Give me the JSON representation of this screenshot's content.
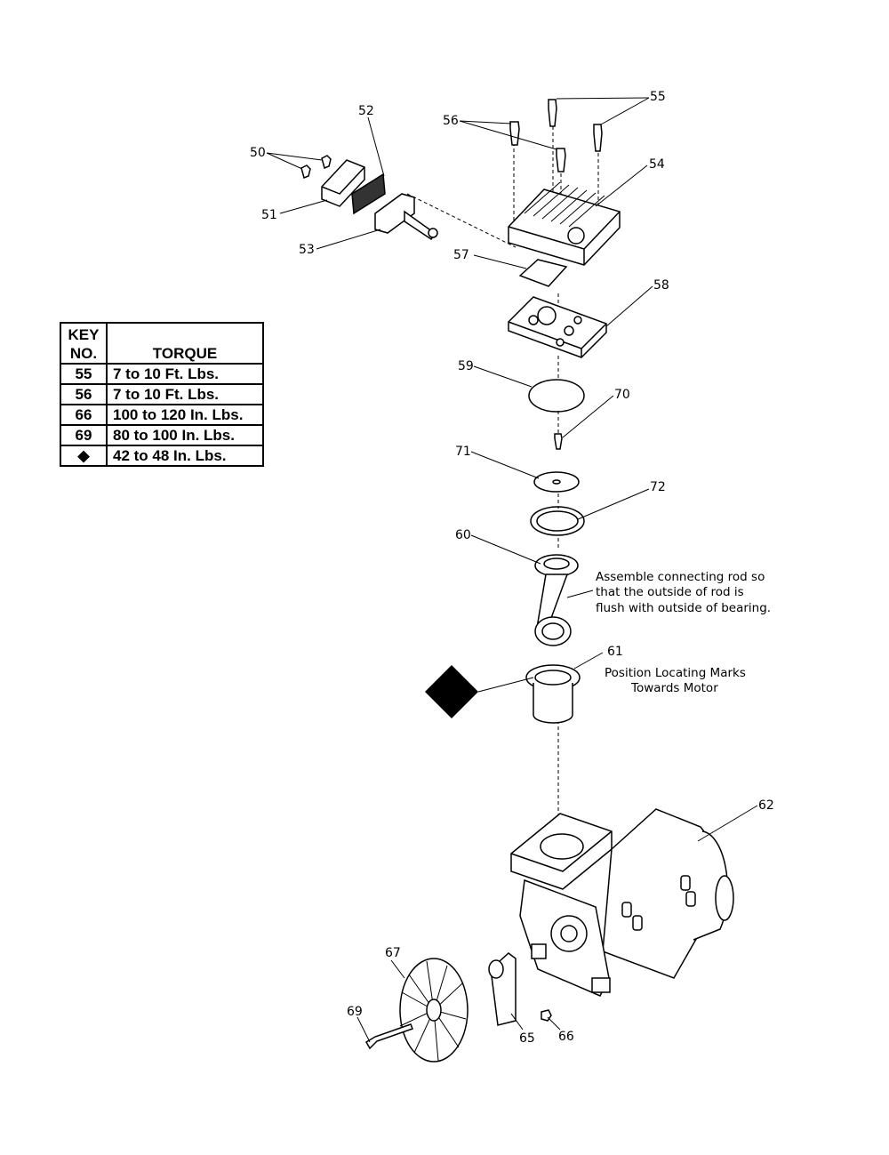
{
  "torque_table": {
    "header_key": "KEY\nNO.",
    "header_key_line1": "KEY",
    "header_key_line2": "NO.",
    "header_torque": "TORQUE",
    "rows": [
      {
        "key": "55",
        "torque": "7 to 10 Ft. Lbs."
      },
      {
        "key": "56",
        "torque": "7 to 10 Ft. Lbs."
      },
      {
        "key": "66",
        "torque": "100 to 120 In. Lbs."
      },
      {
        "key": "69",
        "torque": "80 to 100 In. Lbs."
      },
      {
        "key": "◆",
        "torque": "42 to 48 In. Lbs."
      }
    ]
  },
  "callouts": {
    "c50": "50",
    "c51": "51",
    "c52": "52",
    "c53": "53",
    "c54": "54",
    "c55": "55",
    "c56": "56",
    "c57": "57",
    "c58": "58",
    "c59": "59",
    "c60": "60",
    "c61": "61",
    "c62": "62",
    "c65": "65",
    "c66": "66",
    "c67": "67",
    "c69": "69",
    "c70": "70",
    "c71": "71",
    "c72": "72"
  },
  "notes": {
    "rod_line1": "Assemble connecting rod so",
    "rod_line2": "that the outside of rod is",
    "rod_line3": "flush with outside of bearing.",
    "marks_line1": "Position Locating Marks",
    "marks_line2": "Towards Motor"
  }
}
